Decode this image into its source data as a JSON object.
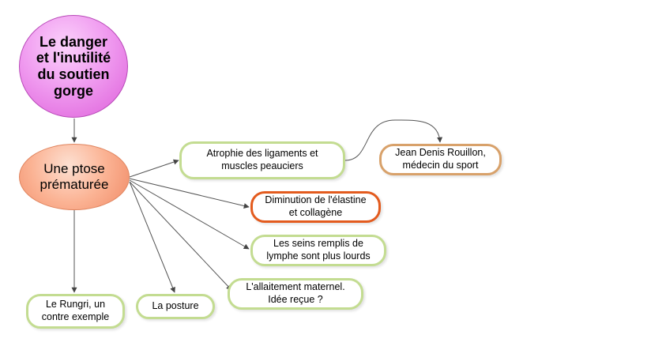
{
  "map": {
    "main": "Le danger\net l'inutilité\ndu soutien\ngorge",
    "ptose": "Une ptose\nprématurée",
    "atrophie": "Atrophie des ligaments et\nmuscles peauciers",
    "jean": "Jean Denis Rouillon,\nmédecin du sport",
    "diminution": "Diminution de l'élastine\net collagène",
    "seins": "Les seins remplis de\nlymphe sont plus lourds",
    "allaitement": "L'allaitement maternel.\nIdée reçue ?",
    "posture": "La posture",
    "rungri": "Le Rungri, un\ncontre exemple"
  },
  "colors": {
    "main_fill": "#f09cf0",
    "ptose_fill": "#fbb394",
    "green_border": "#c3dc91",
    "orange_border": "#e35b1e",
    "tan_border": "#d8a16a",
    "edge": "#555555"
  },
  "icons": {
    "edge_head": "arrowhead"
  }
}
